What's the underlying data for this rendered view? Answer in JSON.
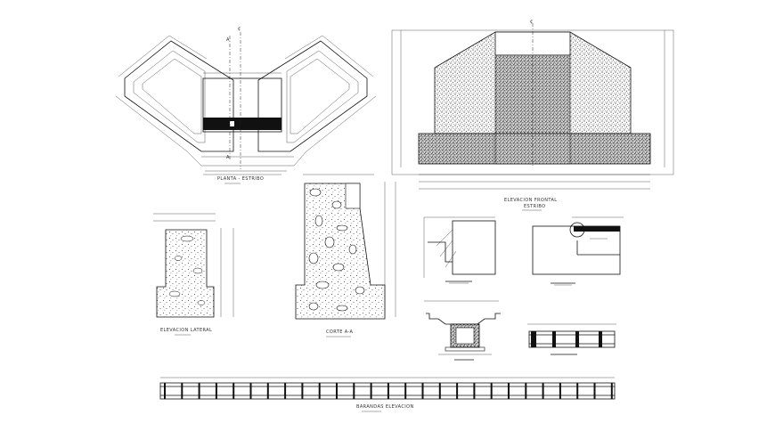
{
  "labels": {
    "planta": "PLANTA - ESTRIBO",
    "elev_frontal_1": "ELEVACION FRONTAL",
    "elev_frontal_2": "ESTRIBO",
    "elev_lateral": "ELEVACION LATERAL",
    "corte": "CORTE A-A",
    "barandas": "BARANDAS ELEVACION",
    "centerline_mark": "₵",
    "section_mark": "A"
  },
  "colors": {
    "line": "#111111",
    "fill_light": "#bdbdbd",
    "fill_dark": "#555555"
  }
}
